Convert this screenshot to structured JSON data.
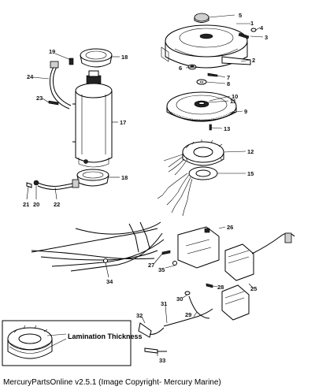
{
  "callouts": {
    "n1": "1",
    "n2": "2",
    "n3": "3",
    "n4": "4",
    "n5": "5",
    "n6": "6",
    "n7": "7",
    "n8": "8",
    "n9": "9",
    "n10": "10",
    "n11": "11",
    "n12": "12",
    "n13": "13",
    "n15": "15",
    "n17": "17",
    "n18a": "18",
    "n18b": "18",
    "n19": "19",
    "n20": "20",
    "n21": "21",
    "n22": "22",
    "n23": "23",
    "n24": "24",
    "n25": "25",
    "n26": "26",
    "n27": "27",
    "n28": "28",
    "n29": "29",
    "n30": "30",
    "n31": "31",
    "n32": "32",
    "n33": "33",
    "n34": "34",
    "n35": "35"
  },
  "inset": {
    "title": "Lamination Thickness"
  },
  "footer": {
    "caption": "MercuryPartsOnline v2.5.1 (Image Copyright- Mercury Marine)"
  }
}
